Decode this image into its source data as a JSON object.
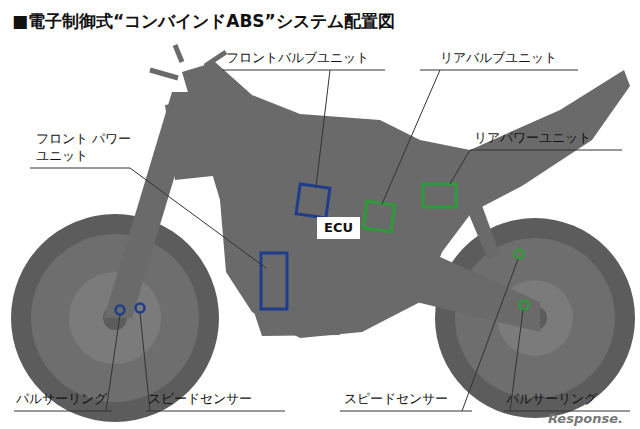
{
  "diagram": {
    "title": "■電子制御式“コンバインドABS”システム配置図",
    "nodes": [
      {
        "text": [
          "ECU"
        ]
      }
    ],
    "labels": [
      "フロントバルブユニット",
      "リアバルブユニット",
      "リアパワーユニット",
      "フロント パワーユニット",
      "パルサーリング",
      "スピードセンサー",
      "スピードセンサー",
      "パルサーリング",
      "Response."
    ]
  }
}
